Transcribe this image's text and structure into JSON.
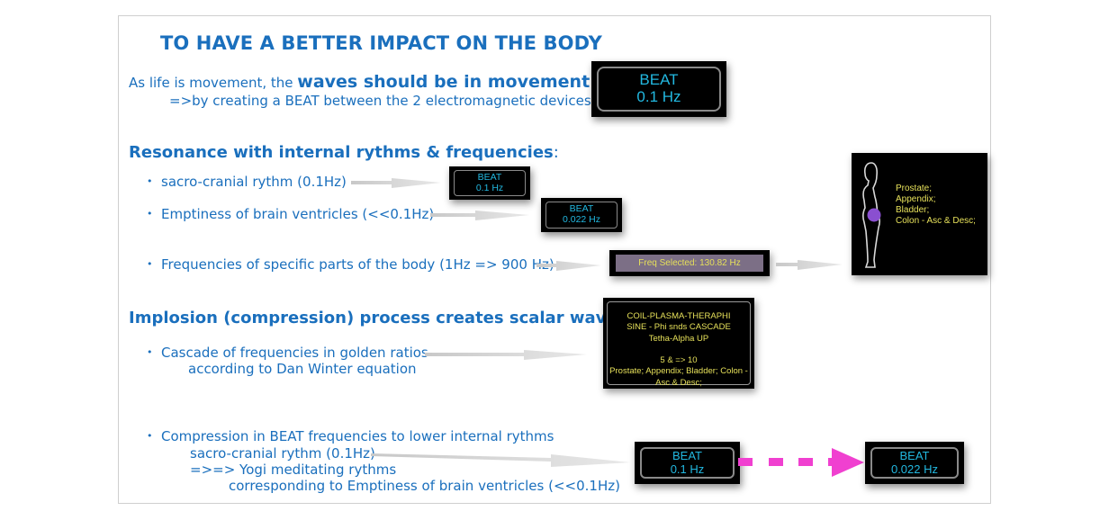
{
  "title": "TO HAVE A BETTER IMPACT ON THE BODY",
  "intro": {
    "line1_prefix": "As life is movement, the ",
    "line1_bold": "waves should be in movement",
    "line2": "=>by creating a BEAT between the 2 electromagnetic devices"
  },
  "beat_main": {
    "label": "BEAT",
    "value": "0.1 Hz"
  },
  "resonance": {
    "heading": "Resonance with internal rythms & frequencies",
    "colon": ":",
    "items": [
      {
        "text": "sacro-cranial rythm (0.1Hz)",
        "beat_label": "BEAT",
        "beat_value": "0.1 Hz"
      },
      {
        "text": "Emptiness of brain ventricles (<<0.1Hz)",
        "beat_label": "BEAT",
        "beat_value": "0.022 Hz"
      },
      {
        "text": "Frequencies of specific parts of the body (1Hz => 900 Hz)"
      }
    ],
    "freq_selected": "Freq Selected: 130.82 Hz",
    "body_panel": {
      "organs": [
        "Prostate;",
        "Appendix;",
        "Bladder;",
        "Colon - Asc & Desc;"
      ],
      "marker_color": "#8a4fd0"
    }
  },
  "implosion": {
    "heading": "Implosion (compression) process creates scalar waves",
    "colon": ":",
    "cascade": {
      "line1": "Cascade of frequencies in golden ratios",
      "line2": "according to Dan Winter equation"
    },
    "coil_panel": {
      "lines": [
        "COIL-PLASMA-THERAPHI",
        "SINE - Phi snds CASCADE",
        "Tetha-Alpha  UP",
        "",
        "5 & => 10",
        "Prostate; Appendix; Bladder; Colon -",
        "Asc & Desc;"
      ]
    },
    "compression": {
      "line1": "Compression in BEAT frequencies to lower internal rythms",
      "line2": "sacro-cranial rythm (0.1Hz)",
      "line3": "=>=> Yogi meditating rythms",
      "line4": "corresponding to Emptiness of brain ventricles (<<0.1Hz)"
    },
    "beat_from": {
      "label": "BEAT",
      "value": "0.1 Hz"
    },
    "beat_to": {
      "label": "BEAT",
      "value": "0.022 Hz"
    }
  },
  "colors": {
    "text_blue": "#1a6fbd",
    "beat_cyan": "#22b8e0",
    "panel_yellow": "#e6e05a",
    "dashed_arrow_magenta": "#f040d0"
  }
}
